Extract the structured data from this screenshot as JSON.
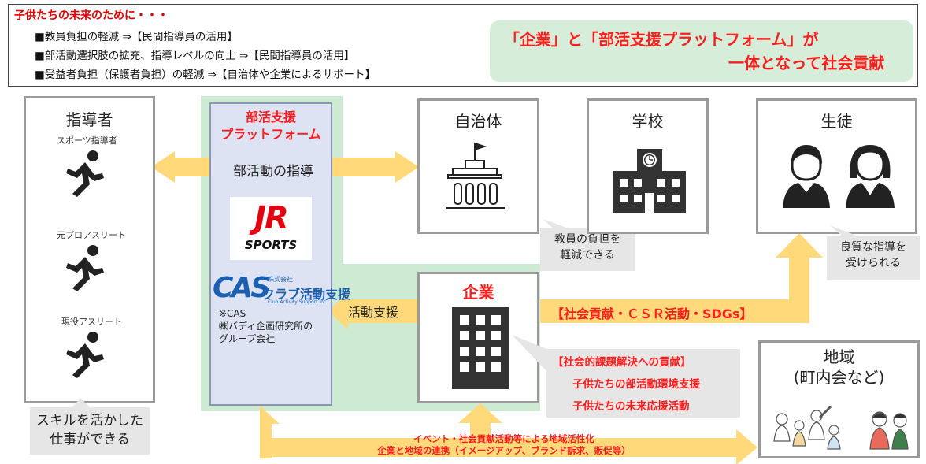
{
  "header": {
    "title": "子供たちの未来のために・・・",
    "bullets": [
      "■教員負担の軽減 ⇒【民間指導員の活用】",
      "■部活動選択肢の拡充、指導レベルの向上 ⇒【民間指導員の活用】",
      "■受益者負担（保護者負担）の軽減 ⇒【自治体や企業によるサポート】"
    ],
    "headline_line1": "「企業」と「部活支援プラットフォーム」が",
    "headline_line2": "一体となって社会貢献"
  },
  "instructor": {
    "title": "指導者",
    "roles": [
      "スポーツ指導者",
      "元プロアスリート",
      "現役アスリート"
    ],
    "bubble_line1": "スキルを活かした",
    "bubble_line2": "仕事ができる"
  },
  "platform": {
    "title_line1": "部活支援",
    "title_line2": "プラットフォーム",
    "jr_logo_main": "JR",
    "jr_logo_sub": "SPORTS",
    "cas_logo": "CAS",
    "cas_company_small": "株式会社",
    "cas_company": "クラブ活動支援",
    "cas_english": "Club Activity Support Inc.",
    "note_line1": "※CAS",
    "note_line2": "㈱バディ企画研究所の",
    "note_line3": "グループ会社"
  },
  "arrows": {
    "coaching": "部活動の指導",
    "activity_support": "活動支援",
    "csr": "【社会貢献・ＣＳＲ活動・SDGs】",
    "bottom_line1": "イベント・社会貢献活動等による地域活性化",
    "bottom_line2": "企業と地域の連携（イメージアップ、ブランド訴求、販促等）"
  },
  "municipality": {
    "title": "自治体",
    "bubble_line1": "教員の負担を",
    "bubble_line2": "軽減できる"
  },
  "school": {
    "title": "学校"
  },
  "students": {
    "title": "生徒",
    "bubble_line1": "良質な指導を",
    "bubble_line2": "受けられる"
  },
  "company": {
    "title": "企業",
    "contribution_header": "【社会的課題解決への貢献】",
    "contribution_items": [
      "子供たちの部活動環境支援",
      "子供たちの未来応援活動"
    ]
  },
  "community": {
    "title_line1": "地域",
    "title_line2": "(町内会など)"
  },
  "colors": {
    "accent_red": "#ff1e1e",
    "arrow_yellow": "#ffd97a",
    "platform_green": "#cdebd2",
    "platform_blue": "#dde3f2",
    "card_border": "#9a9a9a",
    "bubble_gray": "#e6e6e6"
  },
  "icons": [
    "runner-icon",
    "government-building-icon",
    "school-building-icon",
    "male-student-icon",
    "female-student-icon",
    "office-building-icon",
    "community-people-icon"
  ]
}
